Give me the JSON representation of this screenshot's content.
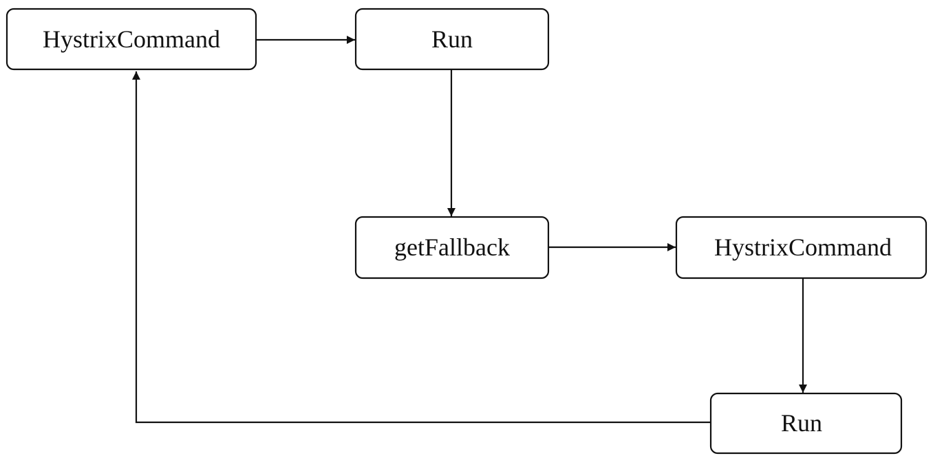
{
  "diagram": {
    "nodes": [
      {
        "id": "hystrix_command_1",
        "label": "HystrixCommand"
      },
      {
        "id": "run_1",
        "label": "Run"
      },
      {
        "id": "get_fallback",
        "label": "getFallback"
      },
      {
        "id": "hystrix_command_2",
        "label": "HystrixCommand"
      },
      {
        "id": "run_2",
        "label": "Run"
      }
    ],
    "edges": [
      {
        "from": "hystrix_command_1",
        "to": "run_1"
      },
      {
        "from": "run_1",
        "to": "get_fallback"
      },
      {
        "from": "get_fallback",
        "to": "hystrix_command_2"
      },
      {
        "from": "hystrix_command_2",
        "to": "run_2"
      },
      {
        "from": "run_2",
        "to": "hystrix_command_1"
      }
    ]
  }
}
